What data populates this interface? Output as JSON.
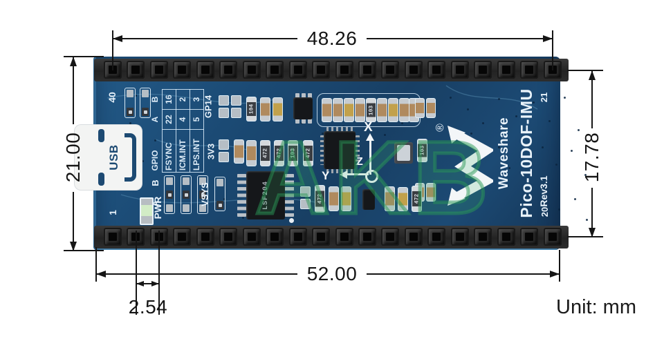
{
  "unit": {
    "label": "Unit: mm"
  },
  "dims": {
    "top_width": "48.26",
    "left_height": "21.00",
    "right_height": "17.78",
    "bottom_width": "52.00",
    "pin_pitch": "2.54"
  },
  "board": {
    "pins_per_row": 20,
    "silk": {
      "pin40": "40",
      "pin1": "1",
      "pin21": "21",
      "pin20": "20",
      "pwr": "PWR",
      "usb": "USB",
      "gp14": "GP14",
      "v3": "3V3",
      "vsys": "VSYS",
      "jumper_b": "B",
      "jumper_a": "A",
      "table": {
        "col_gpio": "GPIO",
        "col_a": "A",
        "col_b": "B",
        "rows": [
          {
            "name": "FSYNC",
            "a": "22",
            "b": "16"
          },
          {
            "name": "ICM.INT",
            "a": "4",
            "b": "2"
          },
          {
            "name": "LPS.INT",
            "a": "5",
            "b": "3"
          }
        ]
      },
      "axis_x": "X",
      "axis_y": "Y",
      "axis_z": "Z",
      "registered": "®",
      "brand": "Waveshare",
      "product": "Pico-10DOF-IMU",
      "rev": "Rev3.1",
      "ic_label": "LSF204",
      "code_103": "103",
      "code_472": "472",
      "code_104": "104"
    },
    "colors": {
      "pcb": "#1b4a74",
      "header": "#2d2d2d",
      "silkscreen": "#e9f3fb",
      "watermark_green": "#2a9856"
    }
  },
  "watermark": "AKB"
}
